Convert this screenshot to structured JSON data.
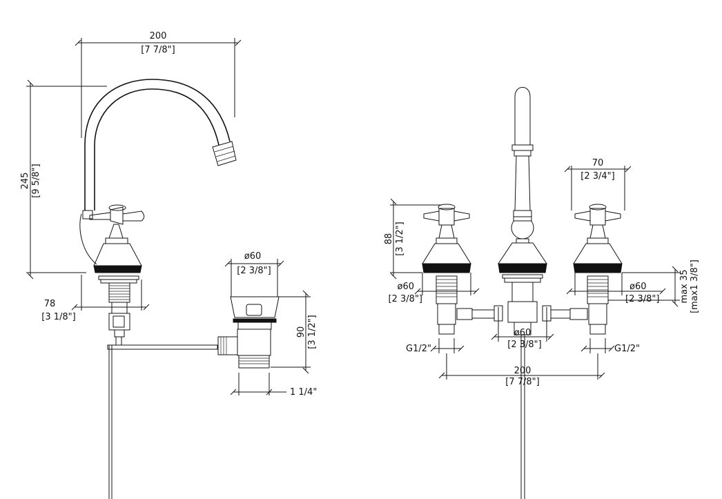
{
  "left_view": {
    "width_mm": "200",
    "width_in": "[7 7/8\"]",
    "height_mm": "245",
    "height_in": "[9 5/8\"]",
    "base_mm": "78",
    "base_in": "[3 1/8\"]",
    "drain_dia_mm": "ø60",
    "drain_dia_in": "[2 3/8\"]",
    "drain_h_mm": "90",
    "drain_h_in": "[3 1/2\"]",
    "drain_thread": "1 1/4\""
  },
  "right_view": {
    "handle_h_mm": "88",
    "handle_h_in": "[3 1/2\"]",
    "handle_w_mm": "70",
    "handle_w_in": "[2 3/4\"]",
    "left_dia_mm": "ø60",
    "left_dia_in": "[2 3/8\"]",
    "right_dia_mm": "ø60",
    "right_dia_in": "[2 3/8\"]",
    "center_dia_mm": "ø60",
    "center_dia_in": "[2 3/8\"]",
    "max_deck": "max 35",
    "max_deck_in": "[max1 3/8\"]",
    "thread_left": "G1/2\"",
    "thread_right": "G1/2\"",
    "spread_mm": "200",
    "spread_in": "[7 7/8\"]"
  }
}
